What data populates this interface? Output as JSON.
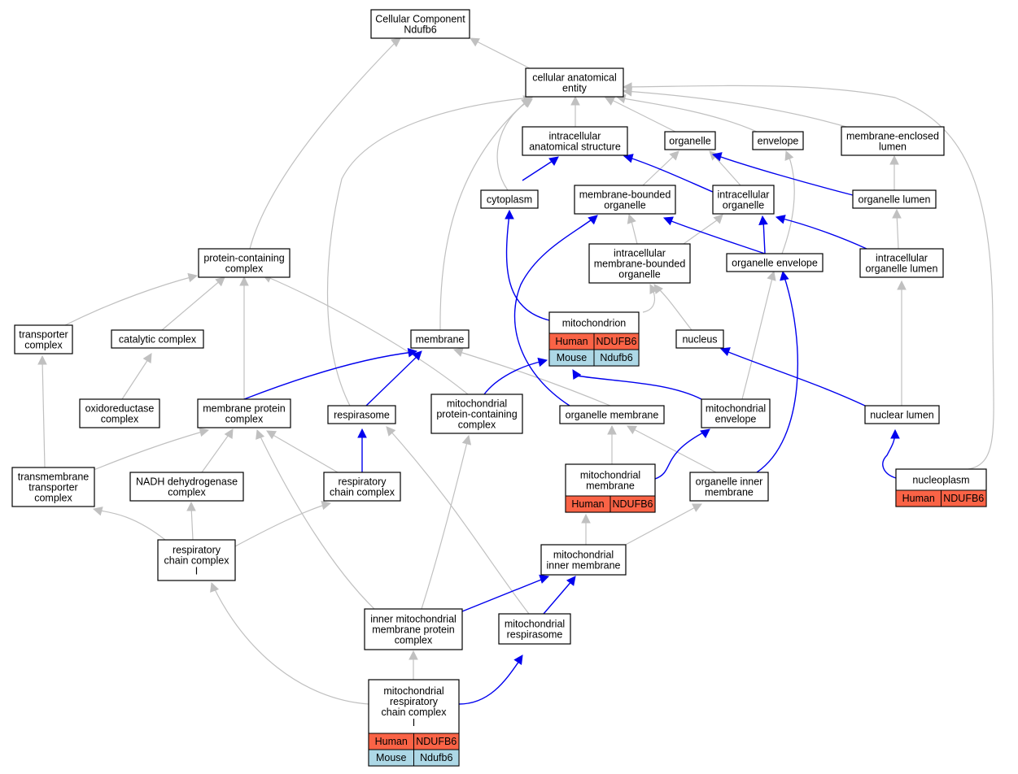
{
  "colors": {
    "human": "#fa6346",
    "mouse": "#add8e6",
    "is_a": "#c0c0c0",
    "part_of": "#0000ee"
  },
  "nodes": {
    "root": {
      "lines": [
        "Cellular Component",
        "Ndufb6"
      ]
    },
    "cae": {
      "lines": [
        "cellular anatomical",
        "entity"
      ]
    },
    "ias": {
      "lines": [
        "intracellular",
        "anatomical structure"
      ]
    },
    "organelle": {
      "lines": [
        "organelle"
      ]
    },
    "envelope": {
      "lines": [
        "envelope"
      ]
    },
    "mel": {
      "lines": [
        "membrane-enclosed",
        "lumen"
      ]
    },
    "cytoplasm": {
      "lines": [
        "cytoplasm"
      ]
    },
    "mbo": {
      "lines": [
        "membrane-bounded",
        "organelle"
      ]
    },
    "io": {
      "lines": [
        "intracellular",
        "organelle"
      ]
    },
    "olumen": {
      "lines": [
        "organelle lumen"
      ]
    },
    "pcc": {
      "lines": [
        "protein-containing",
        "complex"
      ]
    },
    "imbo": {
      "lines": [
        "intracellular",
        "membrane-bounded",
        "organelle"
      ]
    },
    "oenv": {
      "lines": [
        "organelle envelope"
      ]
    },
    "iol": {
      "lines": [
        "intracellular",
        "organelle lumen"
      ]
    },
    "tc": {
      "lines": [
        "transporter",
        "complex"
      ]
    },
    "cc": {
      "lines": [
        "catalytic complex"
      ]
    },
    "membrane": {
      "lines": [
        "membrane"
      ]
    },
    "mito": {
      "lines": [
        "mitochondrion"
      ],
      "cells": [
        [
          "Human",
          "NDUFB6"
        ],
        [
          "Mouse",
          "Ndufb6"
        ]
      ]
    },
    "nucleus": {
      "lines": [
        "nucleus"
      ]
    },
    "oxc": {
      "lines": [
        "oxidoreductase",
        "complex"
      ]
    },
    "mpc": {
      "lines": [
        "membrane protein",
        "complex"
      ]
    },
    "resp": {
      "lines": [
        "respirasome"
      ]
    },
    "mpcc": {
      "lines": [
        "mitochondrial",
        "protein-containing",
        "complex"
      ]
    },
    "omem": {
      "lines": [
        "organelle membrane"
      ]
    },
    "menv": {
      "lines": [
        "mitochondrial",
        "envelope"
      ]
    },
    "nlumen": {
      "lines": [
        "nuclear lumen"
      ]
    },
    "ttc": {
      "lines": [
        "transmembrane",
        "transporter",
        "complex"
      ]
    },
    "nadh": {
      "lines": [
        "NADH dehydrogenase",
        "complex"
      ]
    },
    "rcc": {
      "lines": [
        "respiratory",
        "chain complex"
      ]
    },
    "mmem": {
      "lines": [
        "mitochondrial",
        "membrane"
      ],
      "cells": [
        [
          "Human",
          "NDUFB6"
        ]
      ]
    },
    "oim": {
      "lines": [
        "organelle inner",
        "membrane"
      ]
    },
    "nucleoplasm": {
      "lines": [
        "nucleoplasm"
      ],
      "cells": [
        [
          "Human",
          "NDUFB6"
        ]
      ]
    },
    "rcc1": {
      "lines": [
        "respiratory",
        "chain complex",
        "I"
      ]
    },
    "mim": {
      "lines": [
        "mitochondrial",
        "inner membrane"
      ]
    },
    "impc": {
      "lines": [
        "inner mitochondrial",
        "membrane protein",
        "complex"
      ]
    },
    "mresp": {
      "lines": [
        "mitochondrial",
        "respirasome"
      ]
    },
    "mrcc1": {
      "lines": [
        "mitochondrial",
        "respiratory",
        "chain complex",
        "I"
      ],
      "cells": [
        [
          "Human",
          "NDUFB6"
        ],
        [
          "Mouse",
          "Ndufb6"
        ]
      ]
    }
  }
}
